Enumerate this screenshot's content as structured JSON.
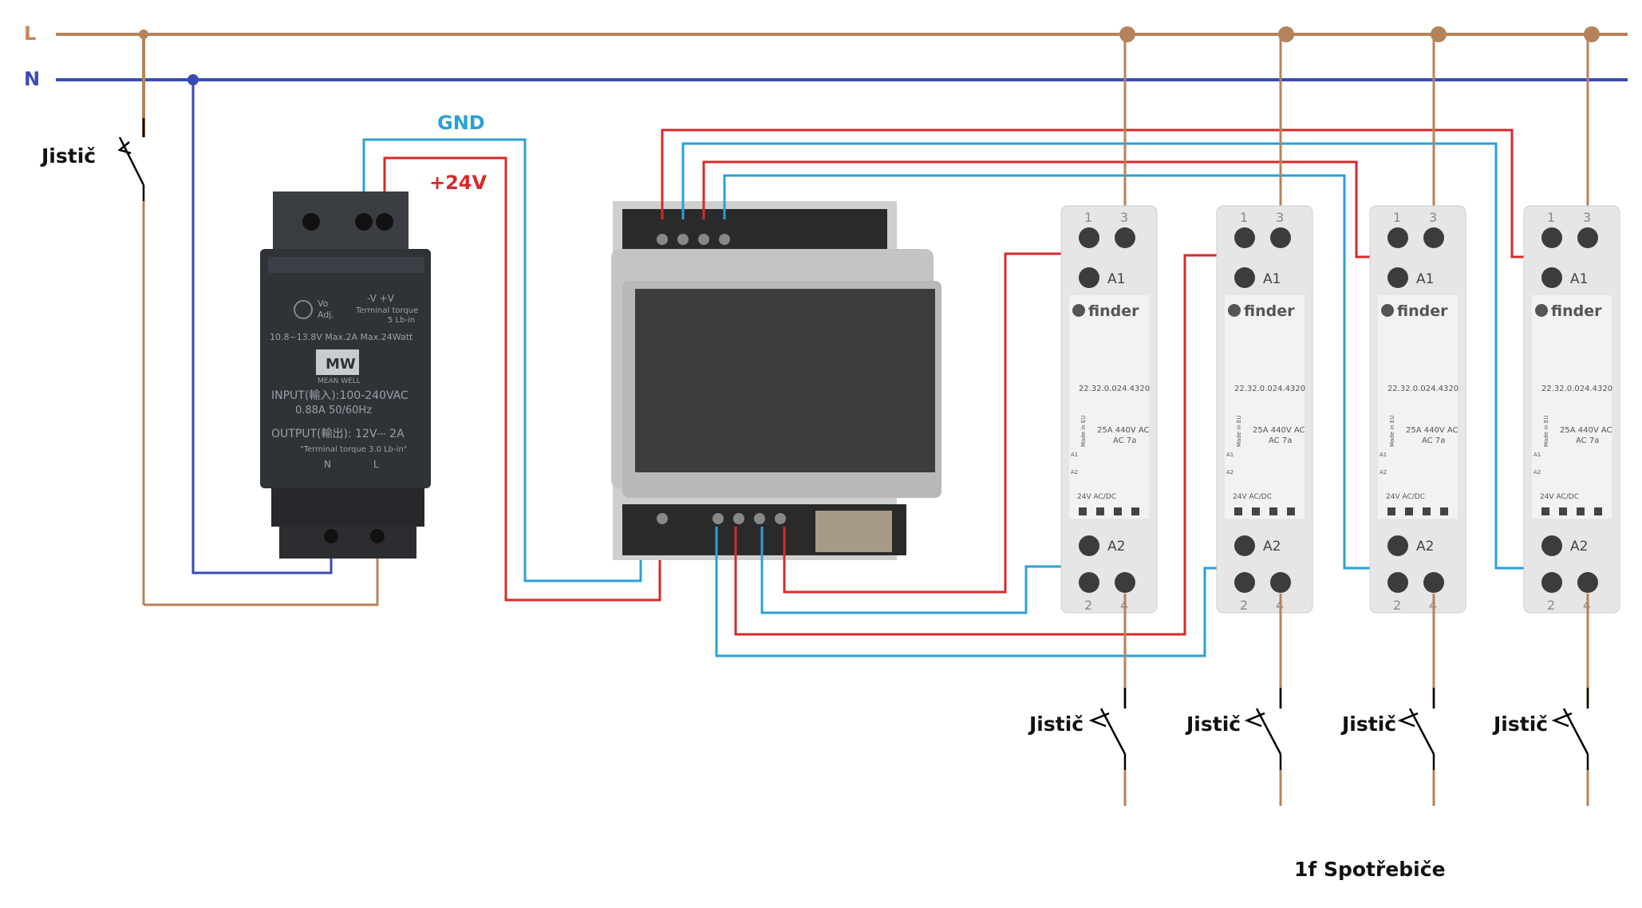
{
  "labels": {
    "line_L": "L",
    "line_N": "N",
    "breaker": "Jistič",
    "gnd": "GND",
    "plus24": "+24V",
    "loads": "1f Spotřebiče"
  },
  "psu": {
    "vo_adj": "Vo",
    "adj": "Adj.",
    "term_v": "-V   +V",
    "term_torque_top": "Terminal torque",
    "term_torque_top2": "5 Lb-in",
    "range": "10.8~13.8V   Max.2A   Max.24Watt",
    "brand_logo": "MW",
    "brand": "MEAN WELL",
    "input": "INPUT(輸入):100-240VAC",
    "input2": "0.88A   50/60Hz",
    "output": "OUTPUT(輸出): 12V⎓ 2A",
    "torque_bottom": "\"Terminal torque 3.0 Lb-in\"",
    "term_n": "N",
    "term_l": "L"
  },
  "relay": {
    "term_1": "1",
    "term_3": "3",
    "term_a1": "A1",
    "term_a2": "A2",
    "term_2": "2",
    "term_4": "4",
    "brand": "finder",
    "model": "22.32.0.024.4320",
    "rating1": "25A  440V AC",
    "rating2": "AC 7a",
    "coil": "24V AC/DC",
    "made": "Made in EU",
    "coil_a1": "A1",
    "coil_a2": "A2"
  },
  "colors": {
    "live": "#b5835a",
    "neutral": "#3a4ab5",
    "gnd": "#2aa0d8",
    "plus24": "#d62a2a",
    "label_L": "#c8865a",
    "label_N": "#3a4ab5"
  }
}
